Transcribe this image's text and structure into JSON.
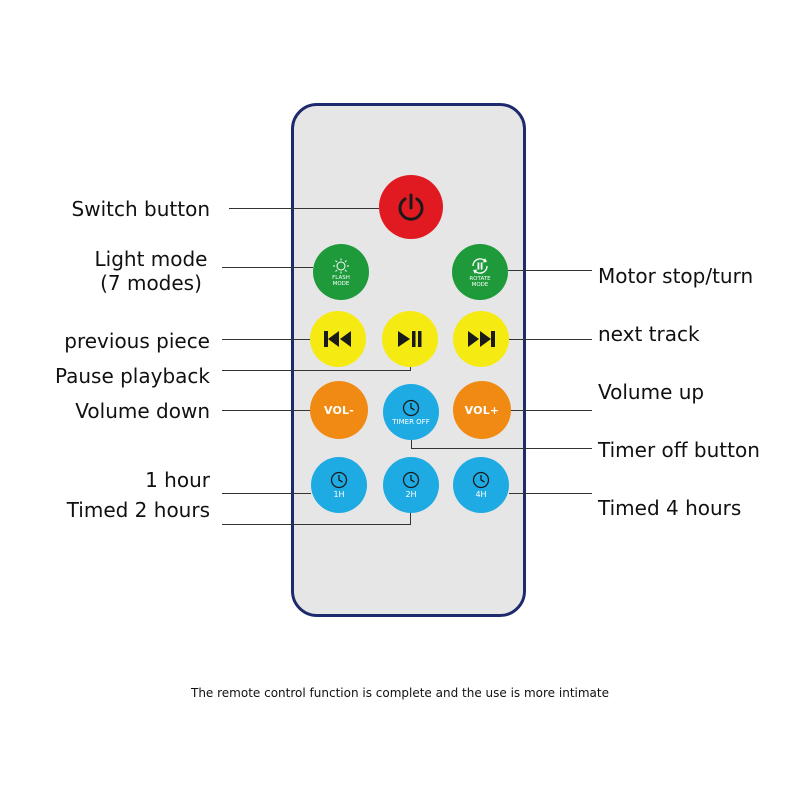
{
  "remote": {
    "buttons": {
      "flash_mode_line1": "FLASH",
      "flash_mode_line2": "MODE",
      "rotate_mode_line1": "ROTATE",
      "rotate_mode_line2": "MODE",
      "vol_minus": "VOL-",
      "vol_plus": "VOL+",
      "timer_off": "TIMER OFF",
      "h1": "1H",
      "h2": "2H",
      "h4": "4H"
    },
    "colors": {
      "power": "#e11a22",
      "mode": "#1e9a3b",
      "playback": "#f5ea12",
      "volume": "#f08a12",
      "timer": "#1eaae3",
      "frame": "#1e2a6e"
    }
  },
  "labels": {
    "switch_button": "Switch button",
    "light_mode_line1": "Light mode",
    "light_mode_line2": "(7 modes)",
    "motor": "Motor stop/turn",
    "previous": "previous piece",
    "next": "next track",
    "pause": "Pause playback",
    "volume_down": "Volume down",
    "volume_up": "Volume up",
    "timer_off": "Timer off button",
    "one_hour": "1 hour",
    "two_hours": "Timed 2 hours",
    "four_hours": "Timed 4 hours"
  },
  "caption": "The remote control function is complete and the use is more intimate"
}
